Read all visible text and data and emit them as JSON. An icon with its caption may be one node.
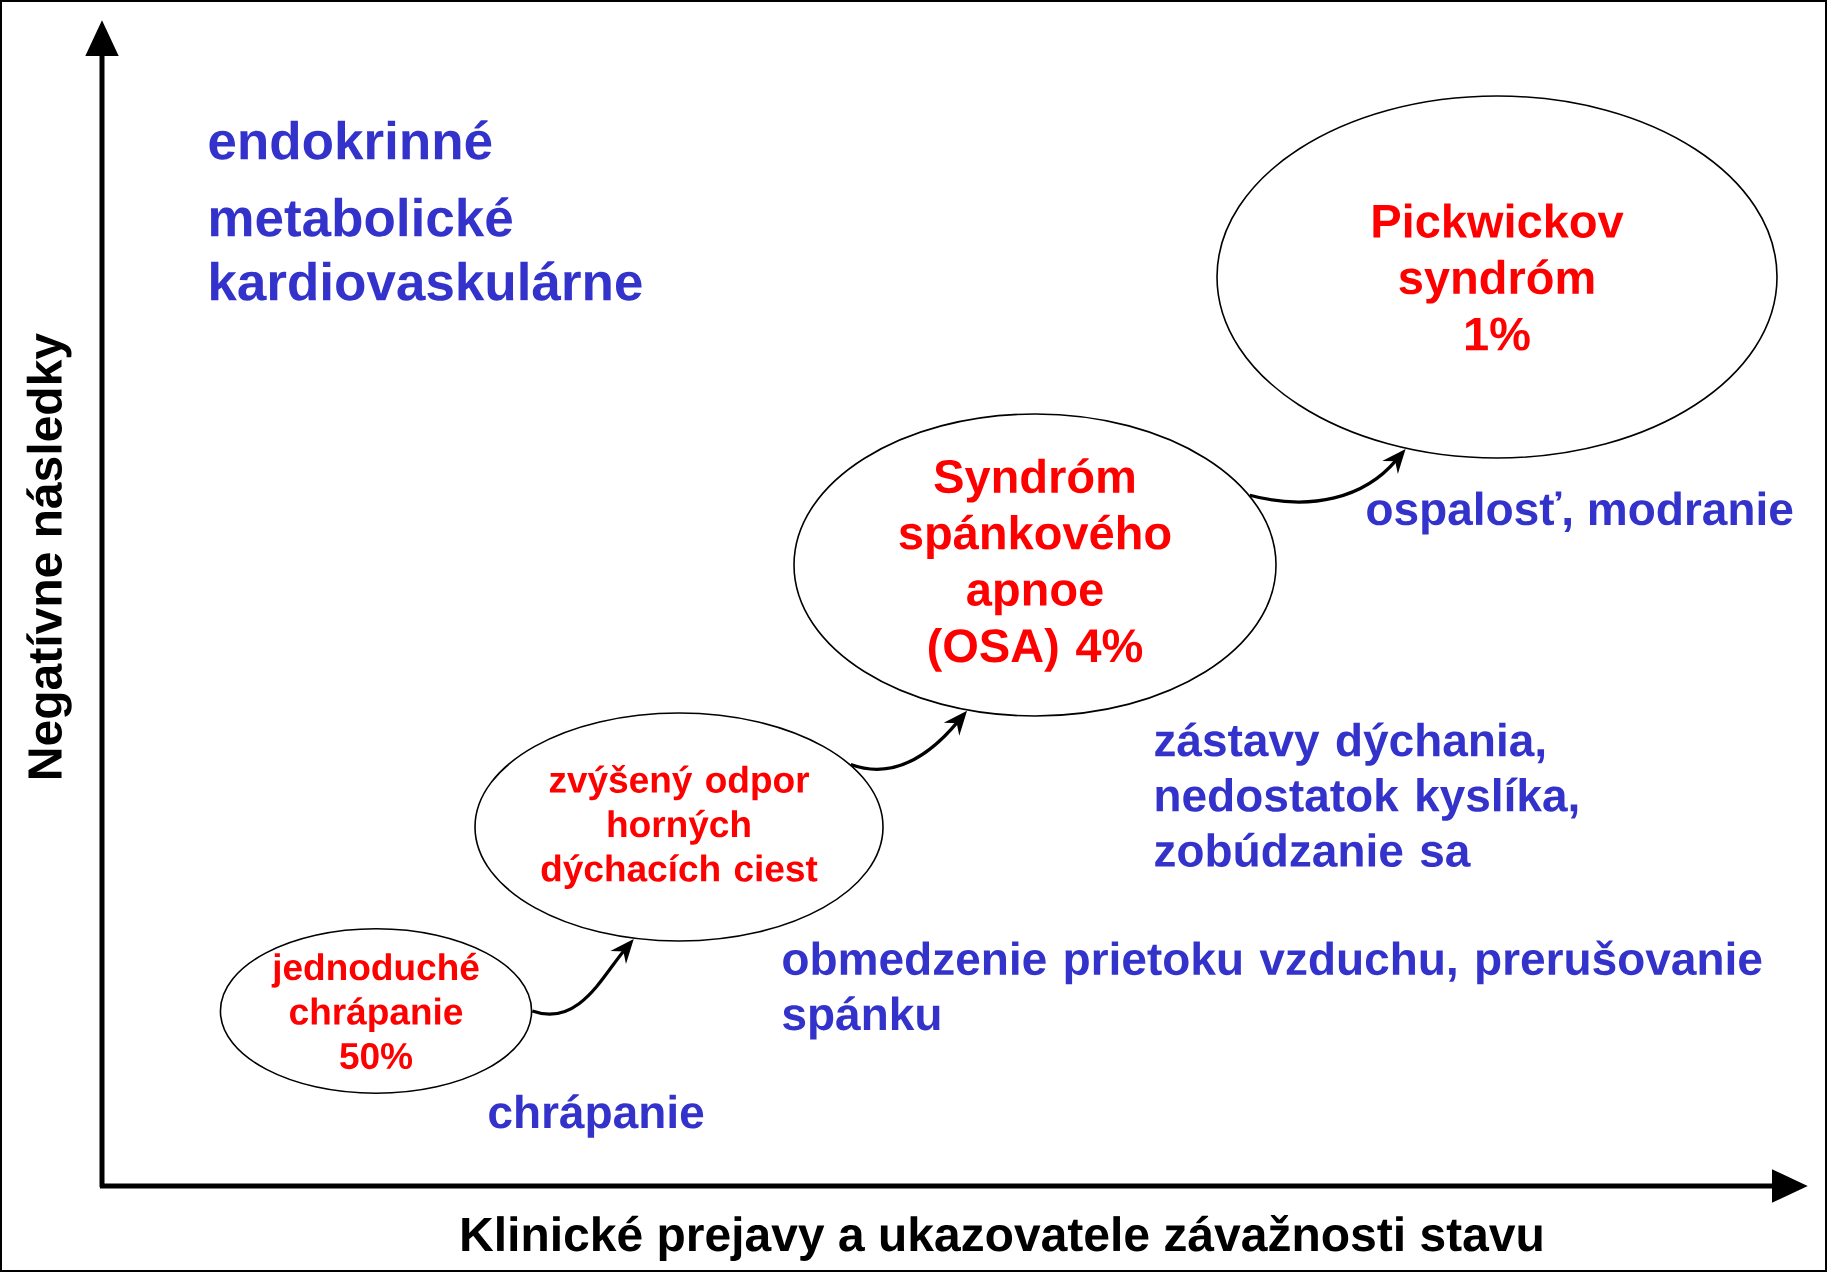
{
  "diagram": {
    "nodes": [
      {
        "text": [
          "jednoduché chrápanie 50%"
        ]
      },
      {
        "text": [
          "zvýšený odpor horných dýchacích ciest"
        ]
      },
      {
        "text": [
          "Syndróm spánkového apnoe (OSA) 4%"
        ]
      },
      {
        "text": [
          "Pickwickov syndróm 1%"
        ]
      }
    ],
    "edges": [
      {
        "from": 0,
        "to": 1,
        "arrow": "to"
      },
      {
        "from": 1,
        "to": 2,
        "arrow": "to"
      },
      {
        "from": 2,
        "to": 3,
        "arrow": "to"
      }
    ],
    "labels": [
      "endokrinné",
      "metabolické",
      "kardiovaskulárne",
      "ospalosť, modranie",
      "zástavy dýchania, nedostatok kyslíka, zobúdzanie sa",
      "obmedzenie prietoku vzduchu, prerušovanie spánku",
      "chrápanie",
      "Negatívne následky",
      "Klinické prejavy a ukazovatele závažnosti stavu"
    ]
  }
}
